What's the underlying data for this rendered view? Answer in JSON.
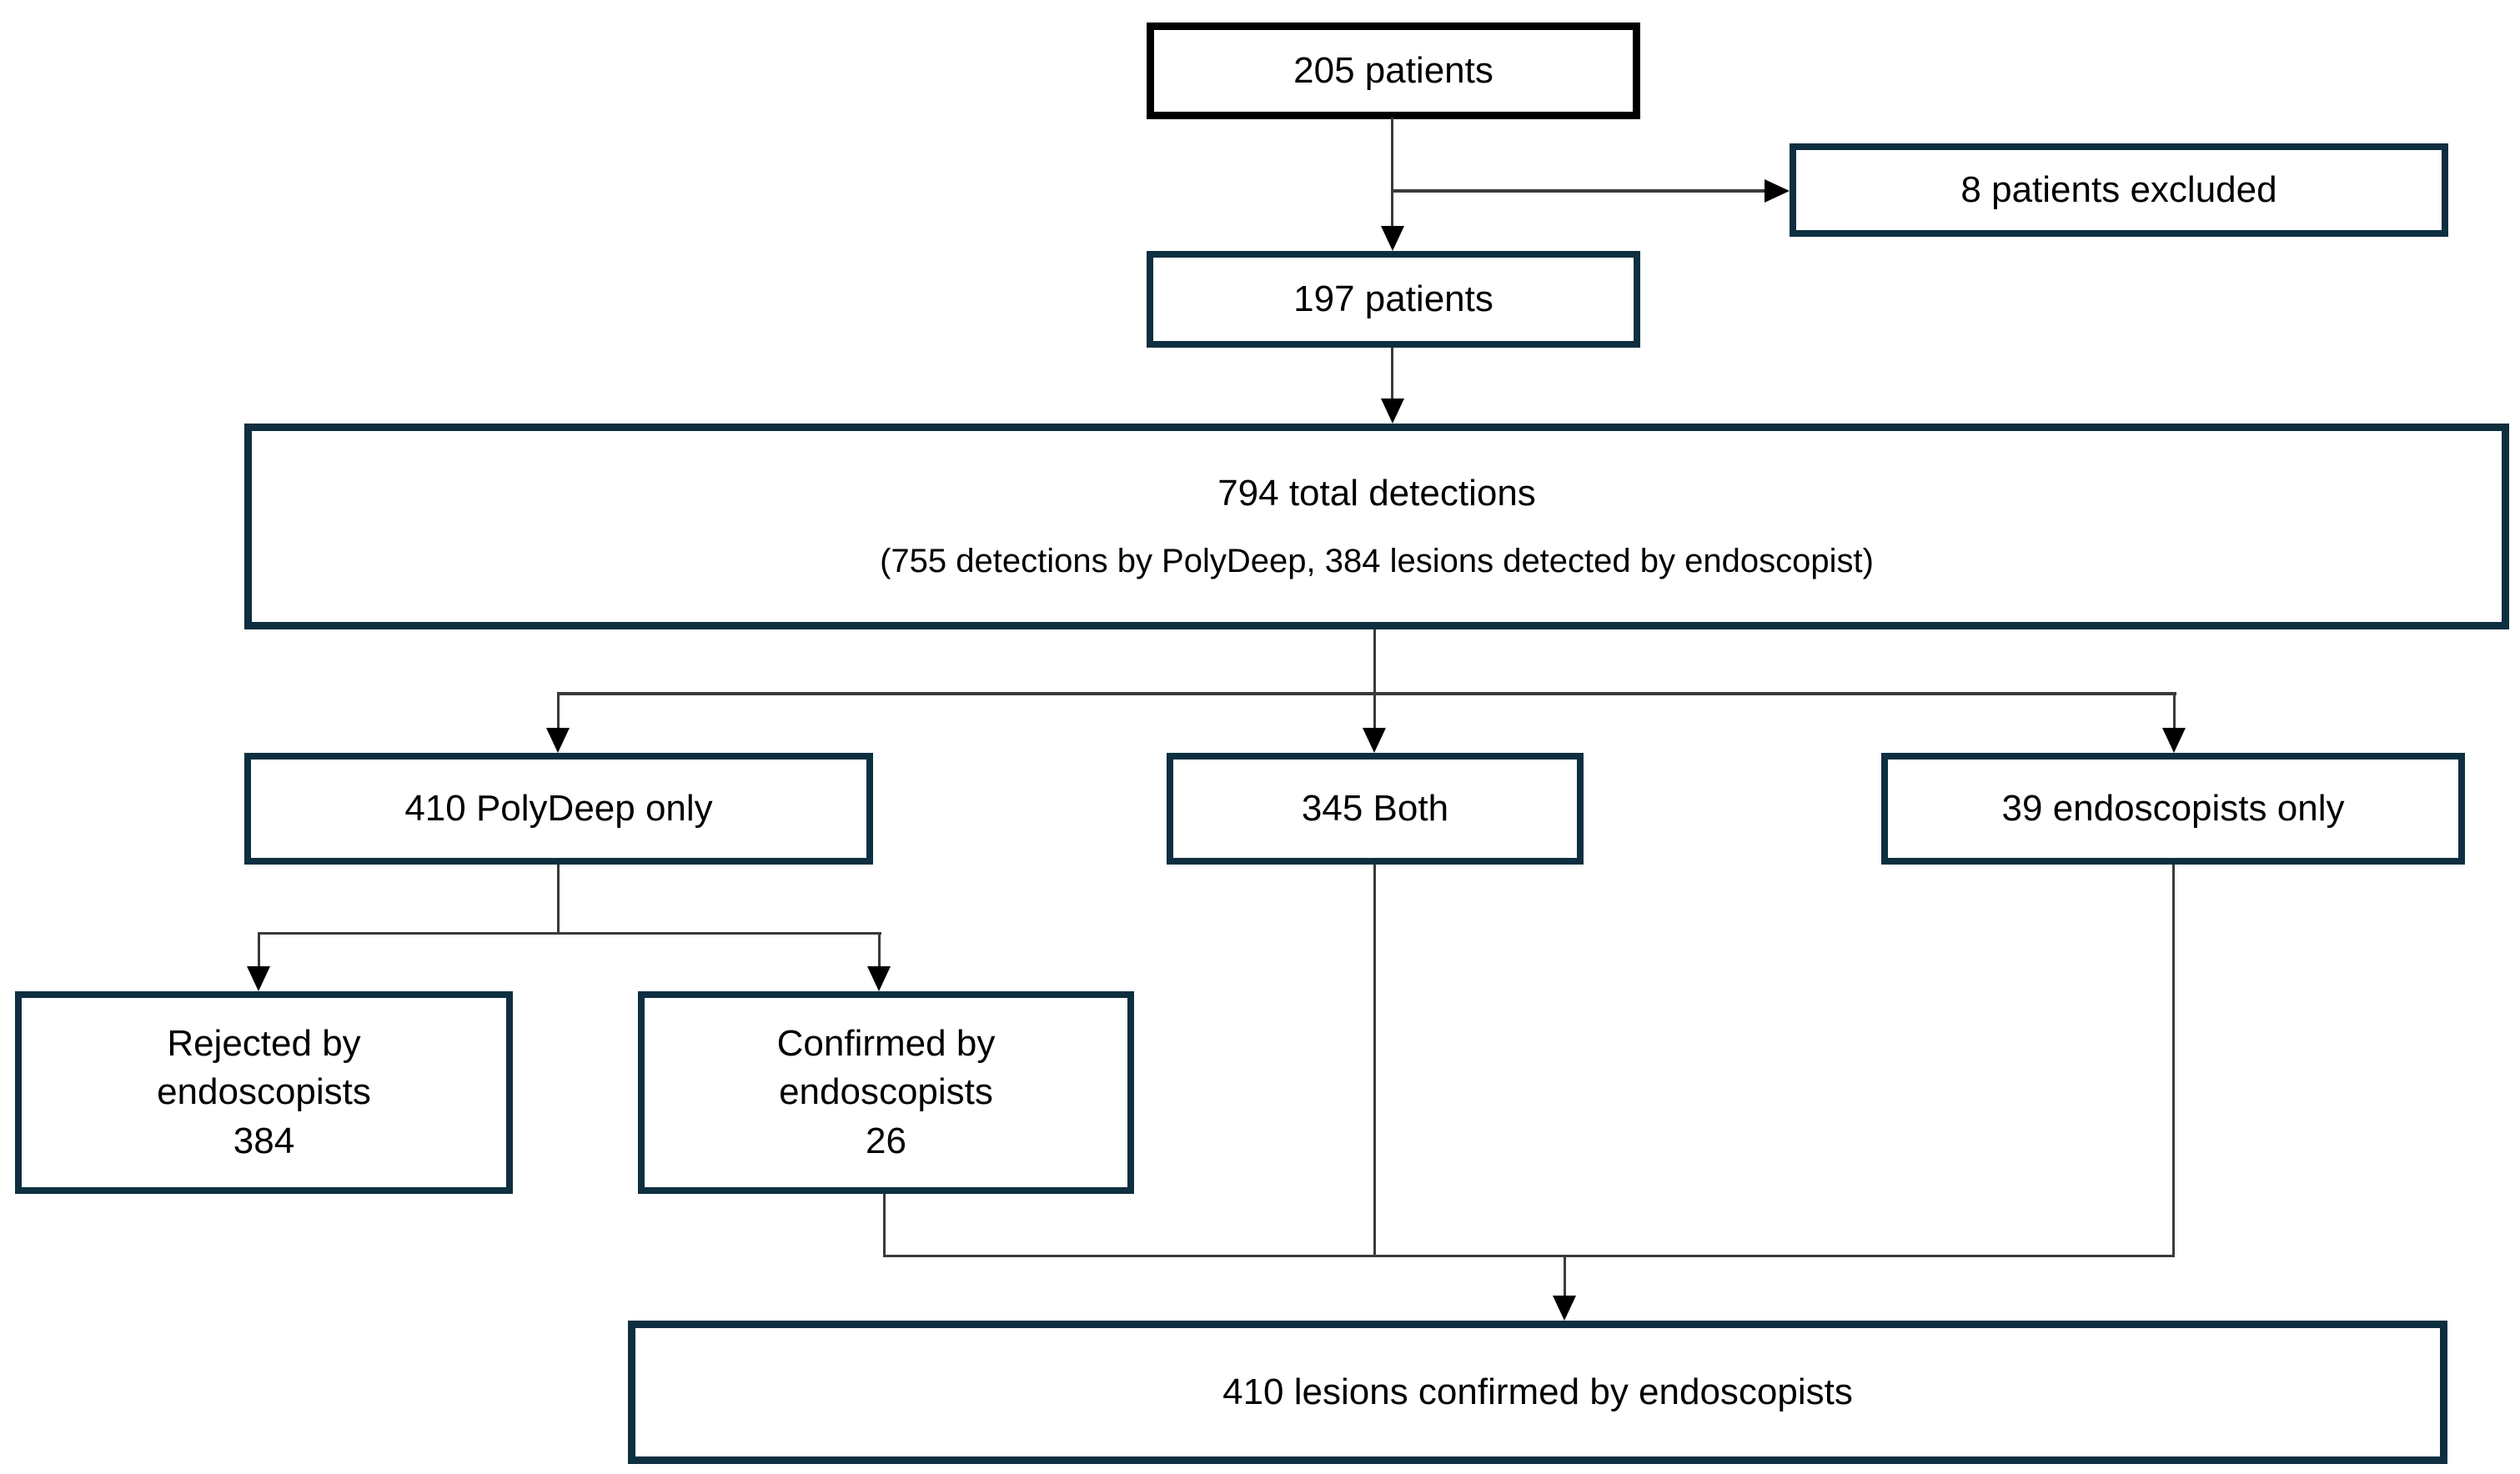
{
  "colors": {
    "box_border": "#0e2f40",
    "top_box_border": "#000000",
    "connector_line": "#3a3a3a",
    "arrowhead": "#000000",
    "text": "#000000",
    "background": "#ffffff"
  },
  "flowchart": {
    "nodes": {
      "patients_initial": "205 patients",
      "patients_excluded": "8 patients excluded",
      "patients_after_exclusion": "197 patients",
      "total_detections_title": "794 total detections",
      "total_detections_subtitle": "(755 detections by PolyDeep, 384 lesions detected by endoscopist)",
      "polydeep_only": "410 PolyDeep only",
      "both": "345 Both",
      "endoscopists_only": "39 endoscopists only",
      "rejected_by_endoscopists": "Rejected by\nendoscopists\n384",
      "confirmed_by_endoscopists": "Confirmed by\nendoscopists\n26",
      "lesions_confirmed": "410 lesions confirmed by endoscopists"
    }
  }
}
